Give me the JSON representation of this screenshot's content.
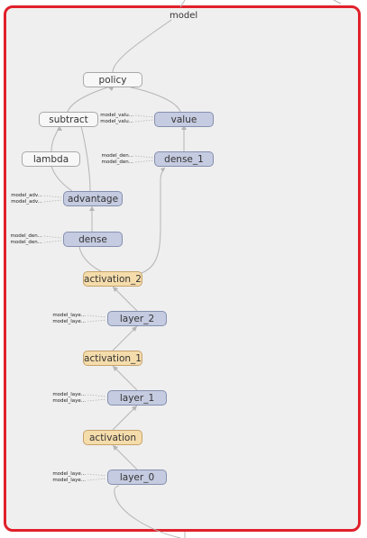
{
  "graph": {
    "title": "model",
    "nodes": {
      "policy": "policy",
      "subtract": "subtract",
      "value": "value",
      "lambda": "lambda",
      "dense_1": "dense_1",
      "advantage": "advantage",
      "dense": "dense",
      "activation_2": "activation_2",
      "layer_2": "layer_2",
      "activation_1": "activation_1",
      "layer_1": "layer_1",
      "activation": "activation",
      "layer_0": "layer_0"
    },
    "aux_labels": {
      "value": [
        "model_valu...",
        "model_valu..."
      ],
      "dense_1": [
        "model_den...",
        "model_den..."
      ],
      "advantage": [
        "model_adv...",
        "model_adv..."
      ],
      "dense": [
        "model_den...",
        "model_den..."
      ],
      "layer_2": [
        "model_laye...",
        "model_laye..."
      ],
      "layer_1": [
        "model_laye...",
        "model_laye..."
      ],
      "layer_0": [
        "model_laye...",
        "model_laye..."
      ]
    }
  },
  "colors": {
    "frame_border": "#e0202a",
    "layer_fill": "#c5cbe0",
    "activation_fill": "#f5dcab",
    "op_fill": "#f7f7f7"
  }
}
